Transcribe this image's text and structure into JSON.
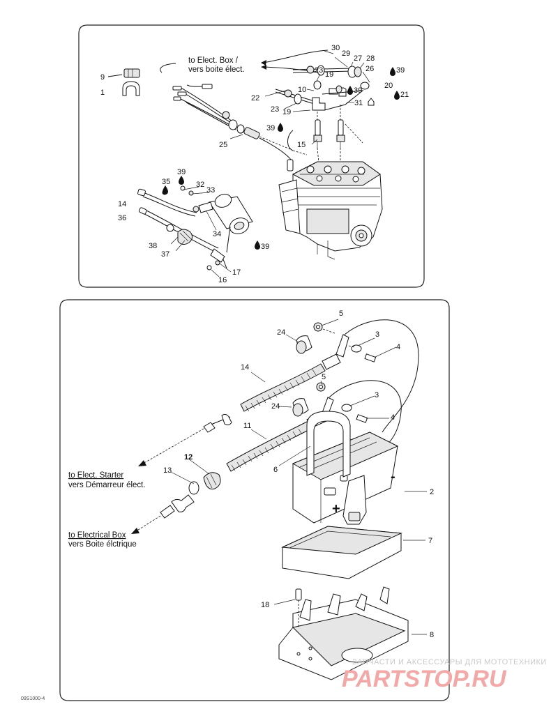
{
  "top_panel": {
    "callouts": [
      "9",
      "1",
      "30",
      "29",
      "27",
      "28",
      "26",
      "39",
      "23",
      "19",
      "10",
      "39",
      "20",
      "22",
      "21",
      "23",
      "31",
      "19",
      "39",
      "15",
      "25",
      "39",
      "35",
      "32",
      "33",
      "14",
      "36",
      "34",
      "38",
      "37",
      "39",
      "17",
      "16"
    ],
    "note_line1": "to Elect. Box /",
    "note_line2": "vers boite élect."
  },
  "bottom_panel": {
    "callouts": [
      "5",
      "24",
      "3",
      "4",
      "14",
      "5",
      "3",
      "24",
      "4",
      "11",
      "6",
      "12",
      "13",
      "2",
      "7",
      "18",
      "8"
    ],
    "note_starter_line1": "to Elect. Starter",
    "note_starter_line2": "vers Démarreur élect.",
    "note_box_line1": "to Electrical Box",
    "note_box_line2": "vers Boite élctrique",
    "minus_sign": "-",
    "plus_sign": "+"
  },
  "figure_ref": "09S1000-4",
  "watermark": {
    "line1": "ЗАПЧАСТИ И АКСЕССУАРЫ ДЛЯ МОТОТЕХНИКИ",
    "line2": "PARTSTOP.RU"
  },
  "colors": {
    "line": "#111111",
    "watermark_red": "#f3a8a8",
    "watermark_grey": "#c9c9c9"
  }
}
